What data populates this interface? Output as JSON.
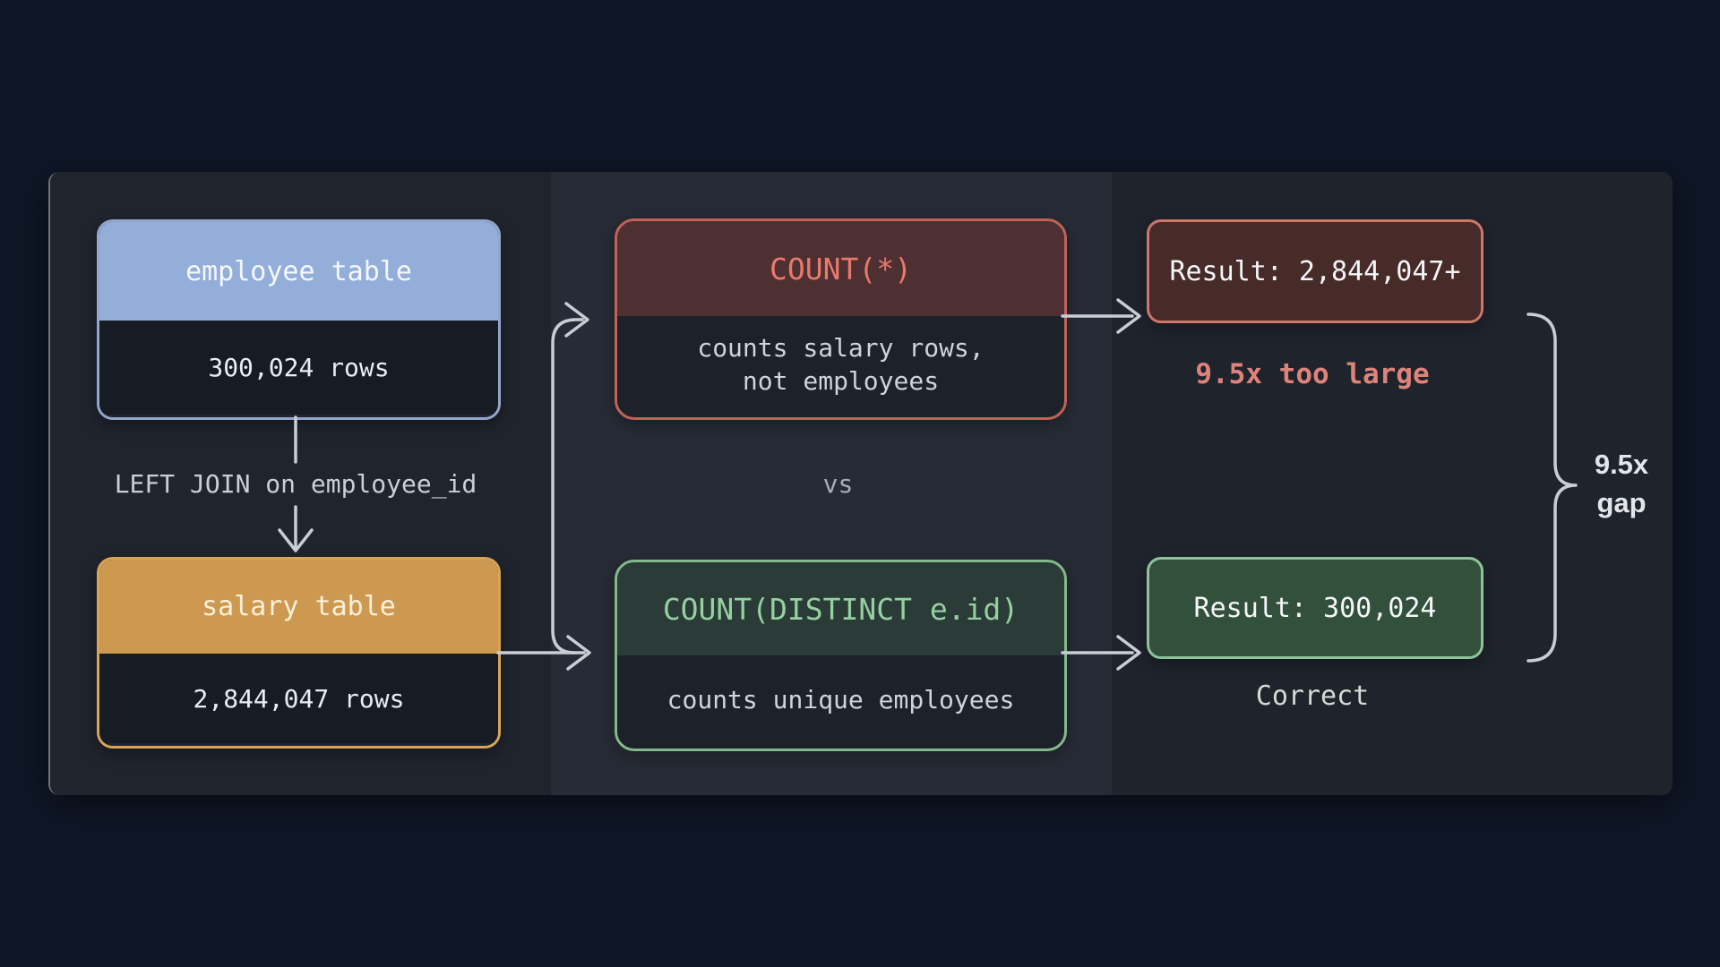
{
  "page": {
    "background_color": "#0f1626",
    "panel_color": "#1d212a",
    "arrow_color": "#c9ced6"
  },
  "left_column": {
    "employee_table": {
      "title": "employee table",
      "rows": "300,024 rows",
      "header_color": "#93aed9",
      "border_color": "#92a6cc"
    },
    "join_label": "LEFT JOIN on employee_id",
    "salary_table": {
      "title": "salary table",
      "rows": "2,844,047 rows",
      "header_color": "#cd9950",
      "border_color": "#d8a457"
    }
  },
  "middle_column": {
    "count_star": {
      "title": "COUNT(*)",
      "description": [
        "counts salary rows,",
        "not employees"
      ],
      "accent_color": "#e8796b",
      "border_color": "#c26257"
    },
    "versus_label": "vs",
    "count_distinct": {
      "title": "COUNT(DISTINCT e.id)",
      "description": "counts unique employees",
      "accent_color": "#95d0a0",
      "border_color": "#82b98c"
    }
  },
  "right_column": {
    "wrong_result": {
      "value": "Result: 2,844,047+",
      "note": "9.5x too large",
      "note_color": "#df837a",
      "border_color": "#cc7769"
    },
    "correct_result": {
      "value": "Result: 300,024",
      "note": "Correct",
      "border_color": "#8fc29a"
    },
    "gap_annotation": {
      "line1": "9.5x",
      "line2": "gap"
    }
  }
}
